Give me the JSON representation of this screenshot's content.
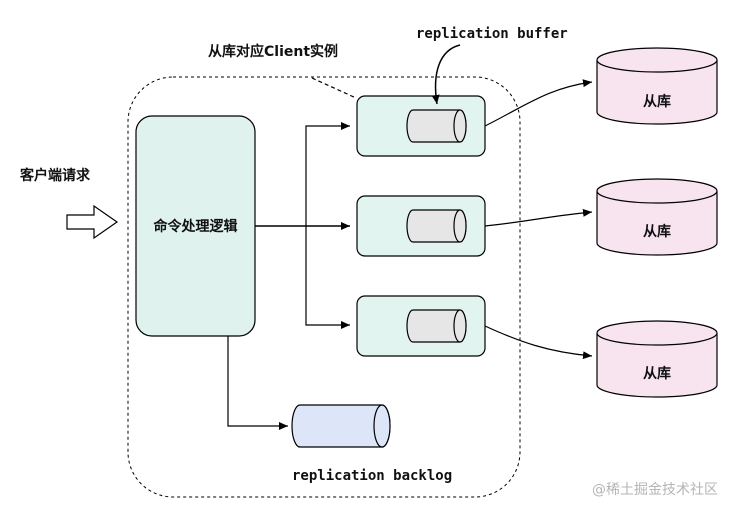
{
  "labels": {
    "client_request": "客户端请求",
    "command_processing": "命令处理逻辑",
    "client_instance": "从库对应Client实例",
    "replication_buffer": "replication buffer",
    "replication_backlog": "replication backlog",
    "replica_1": "从库",
    "replica_2": "从库",
    "replica_3": "从库",
    "watermark": "@稀土掘金技术社区"
  },
  "colors": {
    "process_fill": "#dff2ee",
    "client_fill": "#e1f4f0",
    "buffer_fill": "#e6e6e6",
    "backlog_fill": "#dde6f8",
    "replica_fill": "#f7e4ef",
    "stroke": "#000000"
  }
}
